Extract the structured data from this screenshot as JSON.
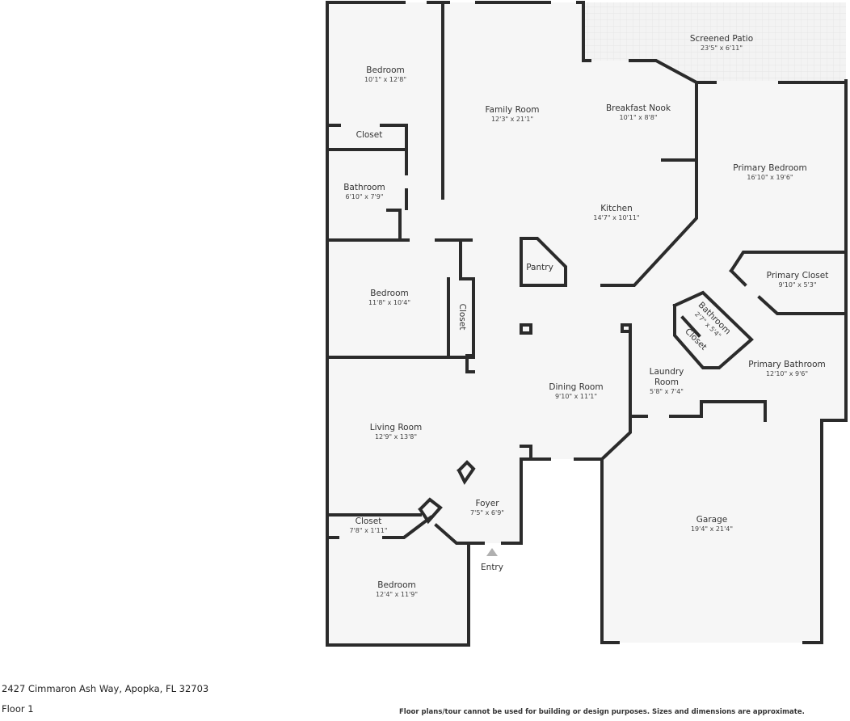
{
  "rooms": [
    {
      "name": "Bedroom",
      "dims": "10'1\" x 12'8\""
    },
    {
      "name": "Closet",
      "dims": ""
    },
    {
      "name": "Bathroom",
      "dims": "6'10\" x 7'9\""
    },
    {
      "name": "Family Room",
      "dims": "12'3\" x 21'1\""
    },
    {
      "name": "Breakfast Nook",
      "dims": "10'1\" x 8'8\""
    },
    {
      "name": "Screened Patio",
      "dims": "23'5\" x 6'11\""
    },
    {
      "name": "Primary Bedroom",
      "dims": "16'10\" x 19'6\""
    },
    {
      "name": "Kitchen",
      "dims": "14'7\" x 10'11\""
    },
    {
      "name": "Pantry",
      "dims": ""
    },
    {
      "name": "Bedroom",
      "dims": "11'8\" x 10'4\""
    },
    {
      "name": "Closet",
      "dims": ""
    },
    {
      "name": "Primary Closet",
      "dims": "9'10\" x 5'3\""
    },
    {
      "name": "Bathroom",
      "dims": "2'7\" x 5'4\""
    },
    {
      "name": "Closet",
      "dims": ""
    },
    {
      "name": "Laundry Room",
      "dims": "5'8\" x 7'4\""
    },
    {
      "name": "Primary Bathroom",
      "dims": "12'10\" x 9'6\""
    },
    {
      "name": "Dining Room",
      "dims": "9'10\" x 11'1\""
    },
    {
      "name": "Living Room",
      "dims": "12'9\" x 13'8\""
    },
    {
      "name": "Foyer",
      "dims": "7'5\" x 6'9\""
    },
    {
      "name": "Closet",
      "dims": "7'8\" x 1'11\""
    },
    {
      "name": "Bedroom",
      "dims": "12'4\" x 11'9\""
    },
    {
      "name": "Garage",
      "dims": "19'4\" x 21'4\""
    }
  ],
  "entry_label": "Entry",
  "address": "2427 Cimmaron Ash Way, Apopka, FL 32703",
  "floor": "Floor 1",
  "disclaimer": "Floor plans/tour cannot be used for building or design purposes. Sizes and dimensions are approximate.",
  "colors": {
    "floor": "#f6f6f6",
    "wall": "#2b2b2b",
    "entry_marker": "#b0b0b0"
  }
}
